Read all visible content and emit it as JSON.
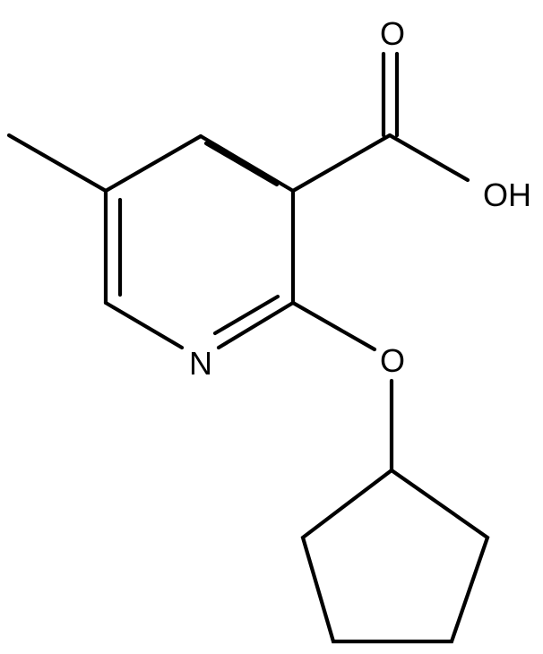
{
  "molecule": {
    "atoms": {
      "carbonyl_oxygen": "O",
      "hydroxyl": "OH",
      "ring_nitrogen": "N",
      "ether_oxygen": "O"
    }
  },
  "colors": {
    "bond": "#000000",
    "label": "#000000",
    "background": "#ffffff"
  }
}
